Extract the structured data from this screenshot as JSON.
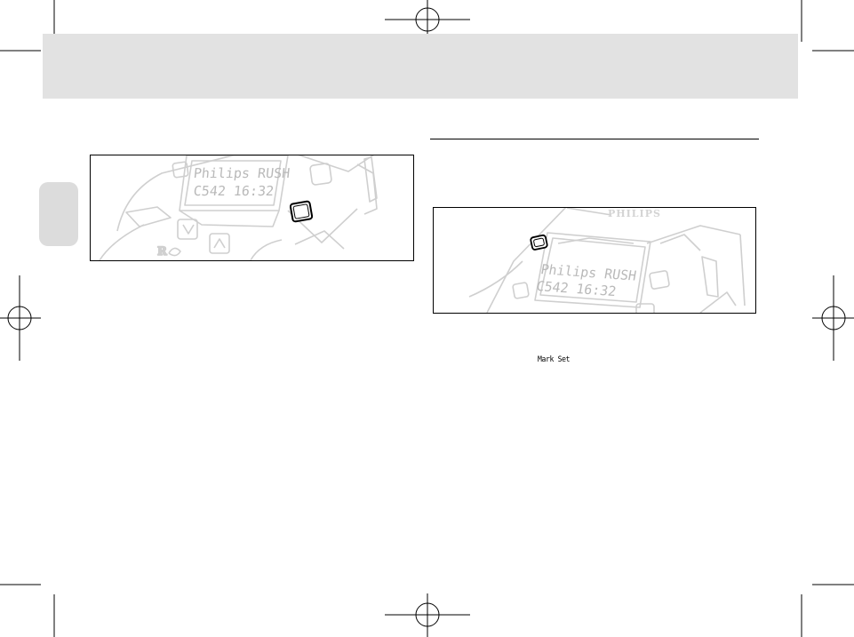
{
  "figure_a": {
    "lcd_line_1": "Philips RUSH",
    "lcd_line_2": "C542 16:32"
  },
  "figure_b": {
    "brand": "PHILIPS",
    "lcd_line_1": "Philips RUSH",
    "lcd_line_2": "C542 16:32"
  },
  "body_text": {
    "mark_set_label": "Mark Set"
  },
  "colors": {
    "header_band": "#e2e2e2",
    "side_tab": "#dcdcdc",
    "device_lines": "#cfcfcf",
    "highlight_button": "#000000"
  },
  "icons": {
    "registration_marks": "crosshair-circle",
    "crop_marks": "corner-crop-lines"
  }
}
